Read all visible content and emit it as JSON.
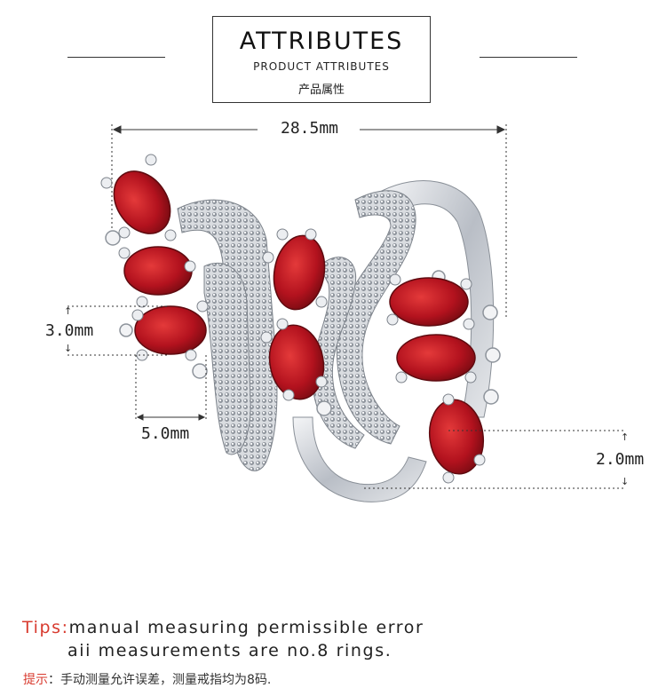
{
  "header": {
    "title": "ATTRIBUTES",
    "subtitle": "PRODUCT ATTRIBUTES",
    "subtitle_cn": "产品属性"
  },
  "dimensions": {
    "width": "28.5mm",
    "stone_height": "3.0mm",
    "stone_width": "5.0mm",
    "band_width": "2.0mm"
  },
  "tips": {
    "label": "Tips:",
    "line1": "manual measuring permissible error",
    "line2": "aii measurements are no.8 rings.",
    "cn_label": "提示",
    "cn_text": "：手动测量允许误差，测量戒指均为8码."
  },
  "colors": {
    "gem": "#b3121e",
    "metal": "#c8ccd2",
    "accent": "#d83a2e"
  }
}
